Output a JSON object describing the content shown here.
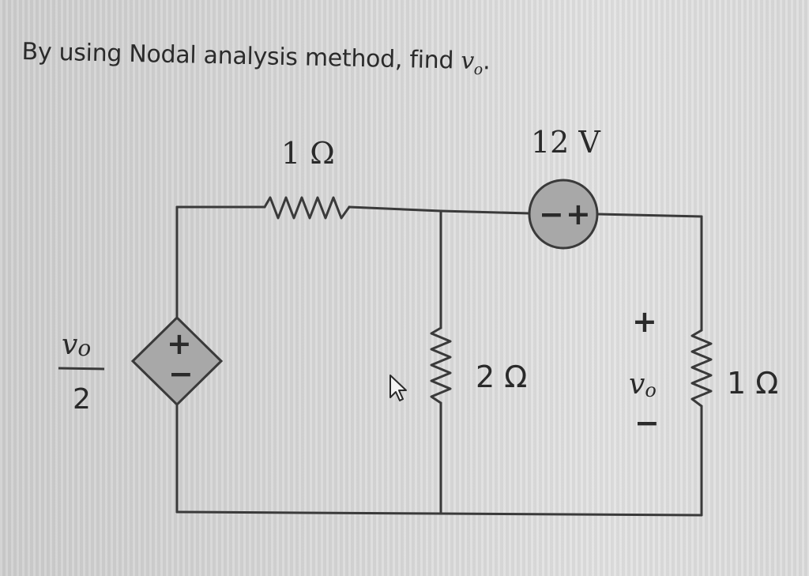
{
  "question": {
    "text": "By using Nodal analysis method, find ",
    "variable": "v",
    "variable_subscript": "o",
    "end": "."
  },
  "circuit": {
    "top_resistor_label": "1 Ω",
    "voltage_source_label": "12 V",
    "voltage_source_minus": "−",
    "voltage_source_plus": "+",
    "middle_resistor_label": "2 Ω",
    "right_resistor_label": "1 Ω",
    "vo_label": "v",
    "vo_subscript": "o",
    "vo_plus": "+",
    "vo_minus": "−",
    "dependent_source_numerator": "v",
    "dependent_source_numerator_subscript": "o",
    "dependent_source_denominator": "2",
    "dependent_source_plus": "+",
    "dependent_source_minus": "−"
  },
  "colors": {
    "wire": "#3a3a3a",
    "source_fill": "#a8a8a8",
    "text": "#2a2a2a"
  },
  "icons": {
    "cursor": "mouse-pointer-icon"
  }
}
